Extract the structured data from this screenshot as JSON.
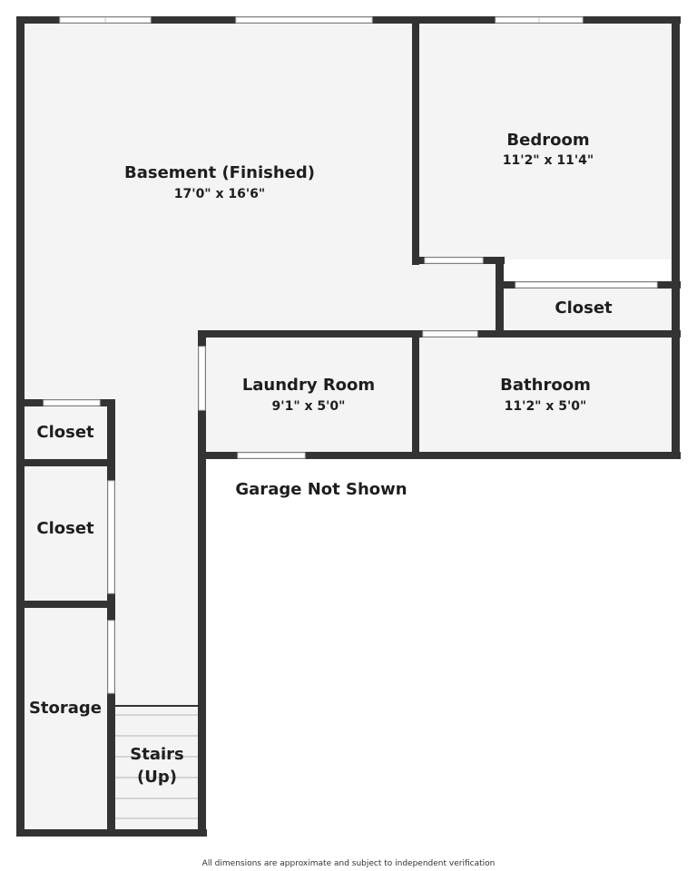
{
  "rooms": {
    "basement": {
      "name": "Basement (Finished)",
      "dims": "17'0\" x 16'6\""
    },
    "bedroom": {
      "name": "Bedroom",
      "dims": "11'2\" x 11'4\""
    },
    "bedroom_closet": {
      "name": "Closet"
    },
    "laundry": {
      "name": "Laundry Room",
      "dims": "9'1\" x 5'0\""
    },
    "bathroom": {
      "name": "Bathroom",
      "dims": "11'2\" x 5'0\""
    },
    "closet_upper": {
      "name": "Closet"
    },
    "closet_lower": {
      "name": "Closet"
    },
    "storage": {
      "name": "Storage"
    },
    "stairs": {
      "line1": "Stairs",
      "line2": "(Up)"
    }
  },
  "garage_note": "Garage Not Shown",
  "footer_note": "All dimensions are approximate and subject to independent verification",
  "colors": {
    "wall": "#333333",
    "floor": "#f4f4f4",
    "background": "#ffffff"
  }
}
